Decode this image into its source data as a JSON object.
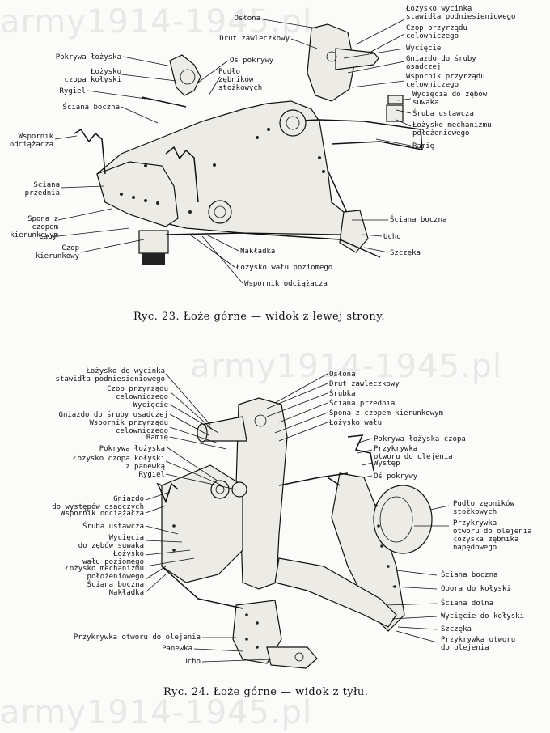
{
  "watermark": "army1914-1945.pl",
  "figure_top": {
    "caption": "Ryc. 23.  Łoże górne — widok z lewej strony.",
    "labels": [
      "Łożysko wycinka\nstawidła podniesieniowego",
      "Osłona",
      "Czop przyrządu\ncelowniczego",
      "Drut zawleczkowy",
      "Wycięcie",
      "Pokrywa łożyska",
      "Oś pokrywy",
      "Gniazdo do śruby\nosadczej",
      "Łożysko\nczopa kołyski",
      "Pudło\nzębników\nstożkowych",
      "Wspornik przyrządu\ncelowniczego",
      "Rygiel",
      "Wycięcia do zębów\nsuwaka",
      "Ściana boczna",
      "Śruba ustawcza",
      "Łożysko mechanizmu\npołożeniowego",
      "Wspornik\nodciążacza",
      "Ramię",
      "Ściana\nprzednia",
      "Ściana boczna",
      "Spona z czopem\nkierunkowym",
      "Ucho",
      "Łapy",
      "Czop\nkierunkowy",
      "Szczęka",
      "Nakładka",
      "Łożysko wału poziomego",
      "Wspornik odciążacza"
    ]
  },
  "figure_bottom": {
    "caption": "Ryc. 24.  Łoże górne — widok z tyłu.",
    "labels": [
      "Łożysko do wycinka\nstawidła podniesieniowego",
      "Osłona",
      "Czop przyrządu\ncelowniczego",
      "Drut zawleczkowy",
      "Wycięcie",
      "Śrubka",
      "Gniazdo do śruby osadczej",
      "Ściana przednia",
      "Wspornik przyrządu\ncelowniczego",
      "Spona z czopem kierunkowym",
      "Ramię",
      "Łożysko wału",
      "Pokrywa łożyska",
      "Pokrywa łożyska czopa",
      "Łożysko czopa kołyski\nz panewką",
      "Przykrywka\notworu do olejenia",
      "Rygiel",
      "Występ",
      "Oś pokrywy",
      "Gniazdo\ndo występów osadczych",
      "Wspornik odciążacza",
      "Pudło zębników\nstożkowych",
      "Śruba ustawcza",
      "Wycięcia\ndo zębów suwaka",
      "Przykrywka\notworu do olejenia\nłożyska zębnika\nnapędowego",
      "Łożysko\nwału poziomego",
      "Łożysko mechanizmu\npołożeniowego",
      "Ściana boczna",
      "Ściana boczna",
      "Opora do kołyski",
      "Nakładka",
      "Ściana dolna",
      "Wycięcie do kołyski",
      "Przykrywka otworu do olejenia",
      "Szczęka",
      "Panewka",
      "Przykrywka otworu\ndo olejenia",
      "Ucho"
    ]
  }
}
